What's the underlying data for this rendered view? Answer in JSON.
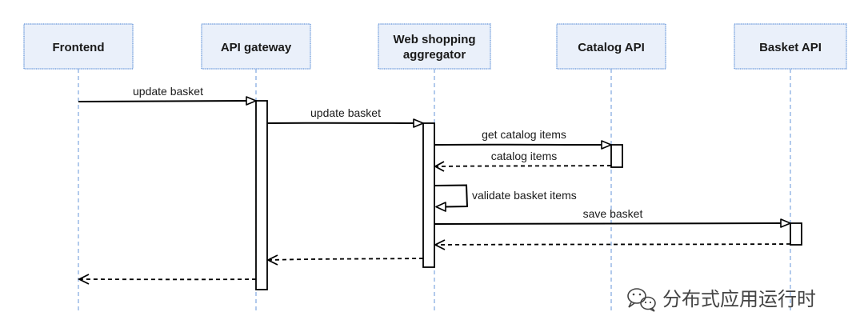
{
  "colors": {
    "box_fill": "#eaf0fa",
    "box_stroke": "#7ea6e0",
    "lifeline": "#7ea6e0",
    "ink": "#000000",
    "watermark": "#444444"
  },
  "participants": [
    {
      "id": "frontend",
      "lines": [
        "Frontend"
      ]
    },
    {
      "id": "api-gateway",
      "lines": [
        "API gateway"
      ]
    },
    {
      "id": "web-shopping-aggregator",
      "lines": [
        "Web shopping",
        "aggregator"
      ]
    },
    {
      "id": "catalog-api",
      "lines": [
        "Catalog API"
      ]
    },
    {
      "id": "basket-api",
      "lines": [
        "Basket API"
      ]
    }
  ],
  "messages": [
    {
      "from": "frontend",
      "to": "api-gateway",
      "label": "update basket",
      "style": "solid"
    },
    {
      "from": "api-gateway",
      "to": "web-shopping-aggregator",
      "label": "update basket",
      "style": "solid"
    },
    {
      "from": "web-shopping-aggregator",
      "to": "catalog-api",
      "label": "get catalog items",
      "style": "solid"
    },
    {
      "from": "catalog-api",
      "to": "web-shopping-aggregator",
      "label": "catalog items",
      "style": "dashed"
    },
    {
      "from": "web-shopping-aggregator",
      "to": "web-shopping-aggregator",
      "label": "validate basket items",
      "style": "solid"
    },
    {
      "from": "web-shopping-aggregator",
      "to": "basket-api",
      "label": "save basket",
      "style": "solid"
    },
    {
      "from": "basket-api",
      "to": "web-shopping-aggregator",
      "label": "",
      "style": "dashed"
    },
    {
      "from": "web-shopping-aggregator",
      "to": "api-gateway",
      "label": "",
      "style": "dashed"
    },
    {
      "from": "api-gateway",
      "to": "frontend",
      "label": "",
      "style": "dashed"
    }
  ],
  "watermark": {
    "text": "分布式应用运行时",
    "icon": "wechat-icon"
  }
}
